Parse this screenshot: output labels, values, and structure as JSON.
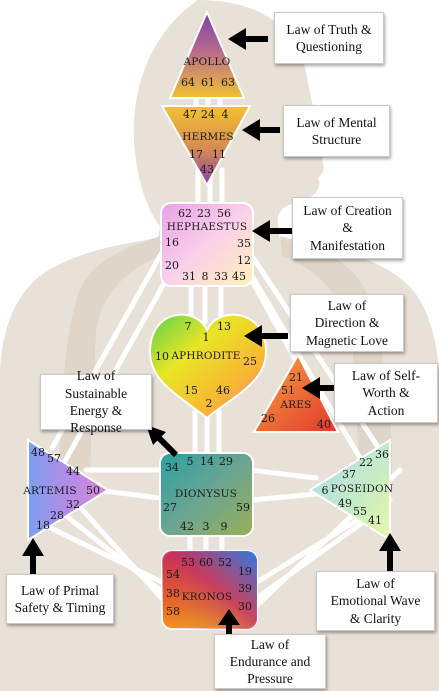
{
  "centers": {
    "apollo": {
      "name": "APOLLO",
      "gates": [
        "64",
        "61",
        "63"
      ]
    },
    "hermes": {
      "name": "HERMES",
      "gates_top": [
        "47",
        "24",
        "4"
      ],
      "gates_mid": [
        "17",
        "11"
      ],
      "gates_bottom": [
        "43"
      ]
    },
    "hephaestus": {
      "name": "HEPHAESTUS",
      "gates_top": [
        "62",
        "23",
        "56"
      ],
      "left": [
        "16",
        "20"
      ],
      "right": [
        "35",
        "12",
        "45"
      ],
      "bottom": [
        "31",
        "8",
        "33"
      ]
    },
    "aphrodite": {
      "name": "APHRODITE",
      "g7": "7",
      "g1": "1",
      "g13": "13",
      "g10": "10",
      "g25": "25",
      "g15": "15",
      "g46": "46",
      "g2": "2"
    },
    "ares": {
      "name": "ARES",
      "g21": "21",
      "g51": "51",
      "g26": "26",
      "g40": "40"
    },
    "artemis": {
      "name": "ARTEMIS",
      "g48": "48",
      "g57": "57",
      "g44": "44",
      "g50": "50",
      "g32": "32",
      "g28": "28",
      "g18": "18"
    },
    "dionysus": {
      "name": "DIONYSUS",
      "top": [
        "34",
        "5",
        "14",
        "29"
      ],
      "left": "27",
      "right": "59",
      "bottom": [
        "42",
        "3",
        "9"
      ]
    },
    "poseidon": {
      "name": "POSEIDON",
      "g36": "36",
      "g22": "22",
      "g37": "37",
      "g6": "6",
      "g49": "49",
      "g55": "55",
      "g41": "41"
    },
    "kronos": {
      "name": "KRONOS",
      "top": [
        "53",
        "60",
        "52"
      ],
      "left": [
        "54",
        "38",
        "58"
      ],
      "right": [
        "19",
        "39",
        "30"
      ]
    }
  },
  "laws": {
    "truth": "Law of Truth &\nQuestioning",
    "mental": "Law of Mental\nStructure",
    "creation": "Law of Creation\n&\nManifestation",
    "direction": "Law of\nDirection &\nMagnetic Love",
    "selfworth": "Law of Self-\nWorth &\nAction",
    "sustainable": "Law of Sustainable\nEnergy  &\nResponse",
    "primal": "Law of Primal\nSafety & Timing",
    "emotional": "Law of\nEmotional Wave\n& Clarity",
    "endurance": "Law of\nEndurance and\nPressure"
  }
}
